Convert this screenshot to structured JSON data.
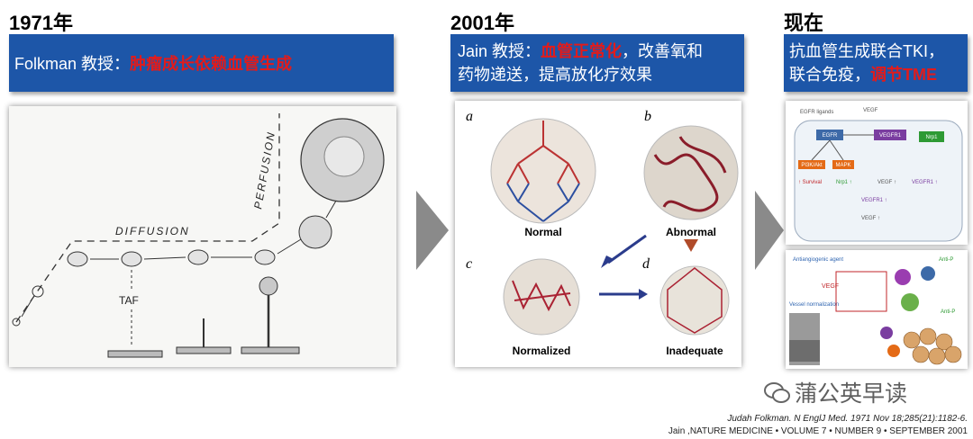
{
  "col1": {
    "year": "1971年",
    "prefix": "Folkman 教授：",
    "highlight": "肿瘤成长依赖血管生成",
    "fig": {
      "diffusion": "DIFFUSION",
      "perfusion": "PERFUSION",
      "taf": "TAF"
    }
  },
  "col2": {
    "year": "2001年",
    "line1_prefix": "Jain 教授：",
    "line1_highlight": "血管正常化",
    "line1_suffix": "，改善氧和",
    "line2": "药物递送，提高放化疗效果",
    "fig": {
      "a": "a",
      "b": "b",
      "c": "c",
      "d": "d",
      "normal": "Normal",
      "abnormal": "Abnormal",
      "normalized": "Normalized",
      "inadequate": "Inadequate"
    }
  },
  "col3": {
    "year": "现在",
    "line1": "抗血管生成联合TKI，",
    "line2_prefix": "联合免疫，",
    "line2_highlight": "调节TME",
    "fig1": {
      "egfr_ligands": "EGFR ligands",
      "egfr": "EGFR",
      "vegf_top": "VEGF",
      "vegfr1": "VEGFR1",
      "nrp1": "Nrp1",
      "pi3k": "PI3K/Akt",
      "mapk": "MAPK",
      "survival": "↑ Survival",
      "nrp1_up": "Nrp1 ↑",
      "vegf_up": "VEGF ↑",
      "vegfr1_up": "VEGFR1 ↑",
      "vegfr1_up2": "VEGFR1 ↑",
      "vegf_up2": "VEGF ↑"
    },
    "fig2": {
      "antiangiogenic": "Antiangiogenic agent",
      "vegf": "VEGF",
      "vessel_norm": "Vessel normalization",
      "anti1": "Anti-P",
      "anti2": "Anti-P"
    }
  },
  "citations": {
    "line1": "Judah Folkman. N EnglJ Med. 1971 Nov 18;285(21):1182-6.",
    "line2": "Jain ,NATURE MEDICINE • VOLUME 7 • NUMBER 9 • SEPTEMBER 2001"
  },
  "brand": {
    "name": "蒲公英早读"
  },
  "colors": {
    "banner": "#1d56a8",
    "highlight": "#e21b1b",
    "arrow": "#8a8a8a"
  }
}
